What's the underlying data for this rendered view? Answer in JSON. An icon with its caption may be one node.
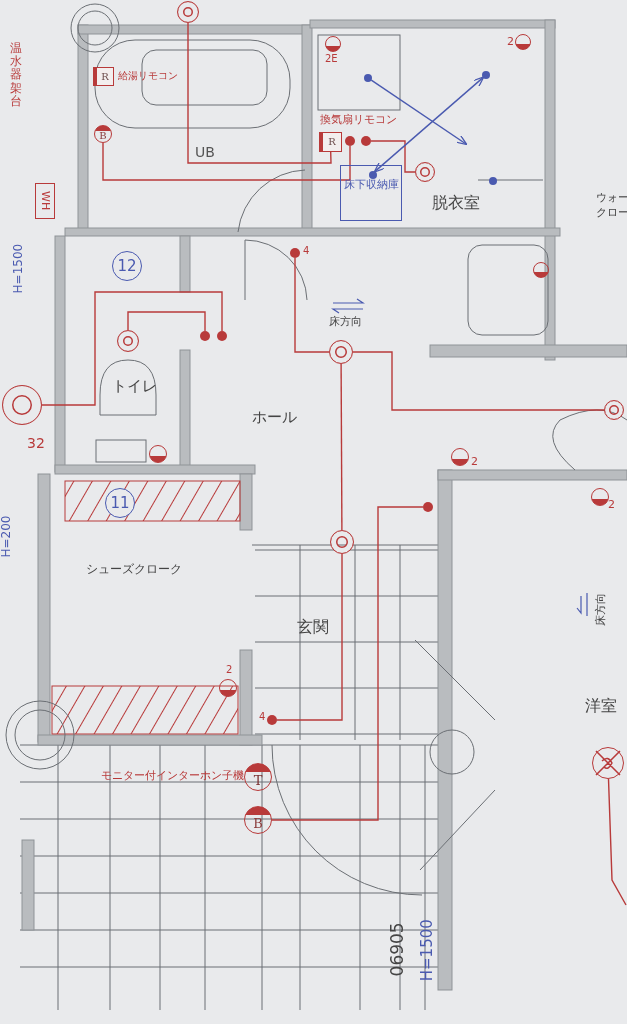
{
  "diagram": {
    "nodes": [
      {
        "text": [
          "WH"
        ]
      },
      {
        "text": [
          "R"
        ],
        "beside": [
          "給湯リモコン"
        ]
      },
      {
        "text": [
          "B"
        ]
      },
      {
        "text": [],
        "shape": "circle"
      },
      {
        "text": [
          "R"
        ],
        "beside": [
          "換気扇リモコン"
        ]
      },
      {
        "text": [],
        "shape": "circle"
      },
      {
        "text": [],
        "shape": "circle"
      },
      {
        "text": [],
        "shape": "circle"
      },
      {
        "text": [],
        "shape": "circle",
        "beside": [
          "2E"
        ]
      },
      {
        "text": [],
        "shape": "circle",
        "beside": [
          "2"
        ]
      },
      {
        "text": [
          "床下収納庫"
        ]
      },
      {
        "text": [],
        "shape": "circle"
      },
      {
        "text": [],
        "shape": "circle"
      },
      {
        "text": [],
        "shape": "circle",
        "in": 10
      },
      {
        "text": [],
        "shape": "circle"
      },
      {
        "text": [],
        "shape": "circle"
      },
      {
        "text": [
          "12"
        ]
      },
      {
        "text": [],
        "shape": "circle"
      },
      {
        "text": [],
        "shape": "circle"
      },
      {
        "text": [],
        "shape": "circle"
      },
      {
        "text": [],
        "shape": "circle"
      },
      {
        "text": [],
        "shape": "circle",
        "beside": [
          "4"
        ]
      },
      {
        "text": [],
        "shape": "circle"
      },
      {
        "text": [],
        "shape": "circle"
      },
      {
        "text": [],
        "shape": "circle"
      },
      {
        "text": [],
        "shape": "circle",
        "beside": [
          "2"
        ]
      },
      {
        "text": [],
        "shape": "circle",
        "beside": [
          "2"
        ]
      },
      {
        "text": [
          "11"
        ]
      },
      {
        "text": [],
        "shape": "circle"
      },
      {
        "text": [],
        "shape": "circle"
      },
      {
        "text": [],
        "shape": "circle",
        "beside": [
          "2"
        ]
      },
      {
        "text": [],
        "shape": "circle",
        "beside": [
          "4"
        ]
      },
      {
        "text": [
          "T"
        ],
        "beside": [
          "モニター付インターホン子機"
        ]
      },
      {
        "text": [
          "B"
        ]
      },
      {
        "text": [],
        "shape": "circle"
      }
    ],
    "edges": [
      {
        "from": 3,
        "to": 4,
        "arrow": "none"
      },
      {
        "from": 2,
        "to": 5,
        "arrow": "none"
      },
      {
        "from": 6,
        "to": 7,
        "arrow": "none"
      },
      {
        "from": 11,
        "to": null,
        "arrow": "to",
        "color": "#4a5ab0"
      },
      {
        "from": 13,
        "to": 12,
        "arrow": "both",
        "color": "#4a5ab0"
      },
      {
        "from": 18,
        "to": 17,
        "arrow": "none"
      },
      {
        "from": 19,
        "to": 20,
        "arrow": "none"
      },
      {
        "from": 21,
        "to": 22,
        "arrow": "none"
      },
      {
        "from": 22,
        "to": 23,
        "arrow": "none"
      },
      {
        "from": 22,
        "to": 29,
        "arrow": "none"
      },
      {
        "from": 29,
        "to": 31,
        "arrow": "none"
      },
      {
        "from": 28,
        "to": 33,
        "arrow": "none"
      },
      {
        "from": 34,
        "to": null,
        "arrow": "none"
      }
    ],
    "labels": [
      "温水器架台",
      "UB",
      "脱衣室",
      "ウォー",
      "クロー",
      "H=1500",
      "トイレ",
      "ホール",
      "床方向",
      "32",
      "H=200",
      "シューズクローク",
      "玄関",
      "洋室",
      "床方向",
      "06905",
      "H=1500"
    ]
  }
}
